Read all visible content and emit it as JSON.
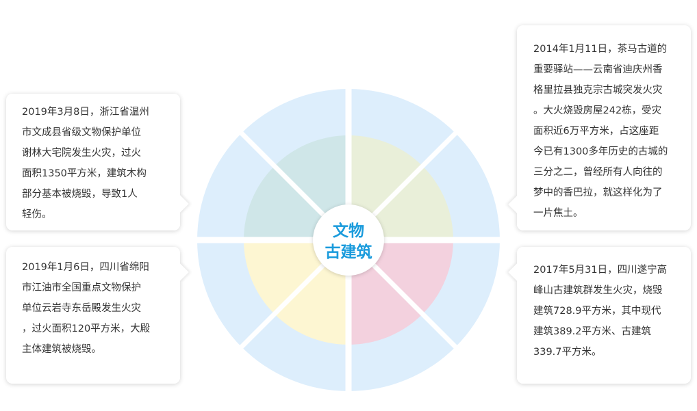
{
  "center": {
    "line1": "文物",
    "line2": "古建筑"
  },
  "colors": {
    "outer_ring": "#ddeefc",
    "top_left": "#cfe6e8",
    "top_right": "#e9efd9",
    "bottom_left": "#fdf6d2",
    "bottom_right": "#f3d1de",
    "center_text": "#1a9bdc"
  },
  "cards": {
    "top_left": {
      "lines": [
        "2019年3月8日，浙江省温州",
        "市文成县省级文物保护单位",
        "谢林大宅院发生火灾，过火",
        "面积1350平方米，建筑木构",
        "部分基本被烧毁，导致1人",
        "轻伤。"
      ]
    },
    "bottom_left": {
      "lines": [
        "2019年1月6日，四川省绵阳",
        "市江油市全国重点文物保护",
        "单位云岩寺东岳殿发生火灾",
        "，过火面积120平方米，大殿",
        "主体建筑被烧毁。"
      ]
    },
    "top_right": {
      "lines": [
        "2014年1月11日，茶马古道的",
        "重要驿站——云南省迪庆州香",
        "格里拉县独克宗古城突发火灾",
        "。大火烧毁房屋242栋，受灾",
        "面积近6万平方米，占这座距",
        "今已有1300多年历史的古城的",
        "三分之二，曾经所有人向往的",
        "梦中的香巴拉，就这样化为了",
        "一片焦土。"
      ]
    },
    "bottom_right": {
      "lines": [
        "2017年5月31日，四川遂宁高",
        "峰山古建筑群发生火灾，烧毁",
        "建筑728.9平方米，其中现代",
        "建筑389.2平方米、古建筑",
        "339.7平方米。"
      ]
    }
  }
}
